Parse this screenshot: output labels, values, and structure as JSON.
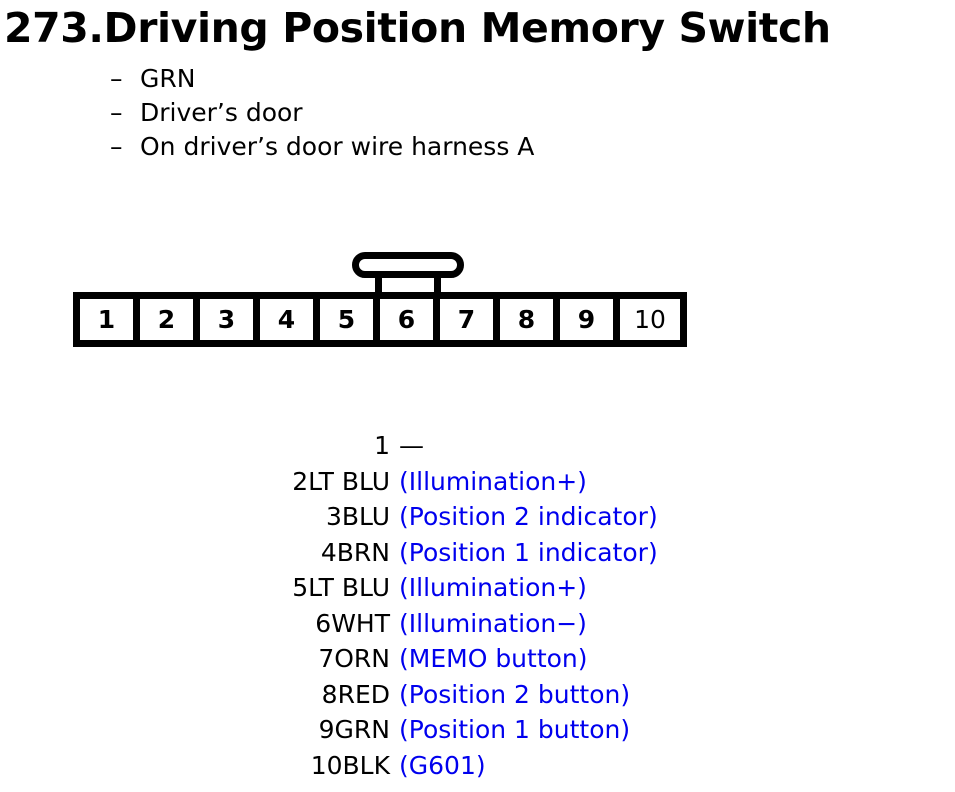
{
  "page": {
    "title": "273.Driving Position Memory Switch",
    "accent_blue": "#0000ee",
    "text_black": "#000000",
    "background": "#ffffff"
  },
  "notes": {
    "dash": "–",
    "items": [
      {
        "text": "GRN"
      },
      {
        "text": "Driver’s door"
      },
      {
        "text": "On driver’s door wire harness A"
      }
    ]
  },
  "connector": {
    "pin_count": 10,
    "tab_between_pins": "5-6",
    "pins": [
      {
        "label": "1"
      },
      {
        "label": "2"
      },
      {
        "label": "3"
      },
      {
        "label": "4"
      },
      {
        "label": "5"
      },
      {
        "label": "6"
      },
      {
        "label": "7"
      },
      {
        "label": "8"
      },
      {
        "label": "9"
      },
      {
        "label": "10"
      }
    ]
  },
  "pin_list": {
    "rows": [
      {
        "key": "1",
        "desc": "—"
      },
      {
        "key": "2LT BLU",
        "desc": "(Illumination+)"
      },
      {
        "key": "3BLU",
        "desc": "(Position 2 indicator)"
      },
      {
        "key": "4BRN",
        "desc": "(Position 1 indicator)"
      },
      {
        "key": "5LT BLU",
        "desc": "(Illumination+)"
      },
      {
        "key": "6WHT",
        "desc": "(Illumination−)"
      },
      {
        "key": "7ORN",
        "desc": "(MEMO button)"
      },
      {
        "key": "8RED",
        "desc": "(Position 2 button)"
      },
      {
        "key": "9GRN",
        "desc": "(Position 1 button)"
      },
      {
        "key": "10BLK",
        "desc": "(G601)"
      }
    ]
  }
}
